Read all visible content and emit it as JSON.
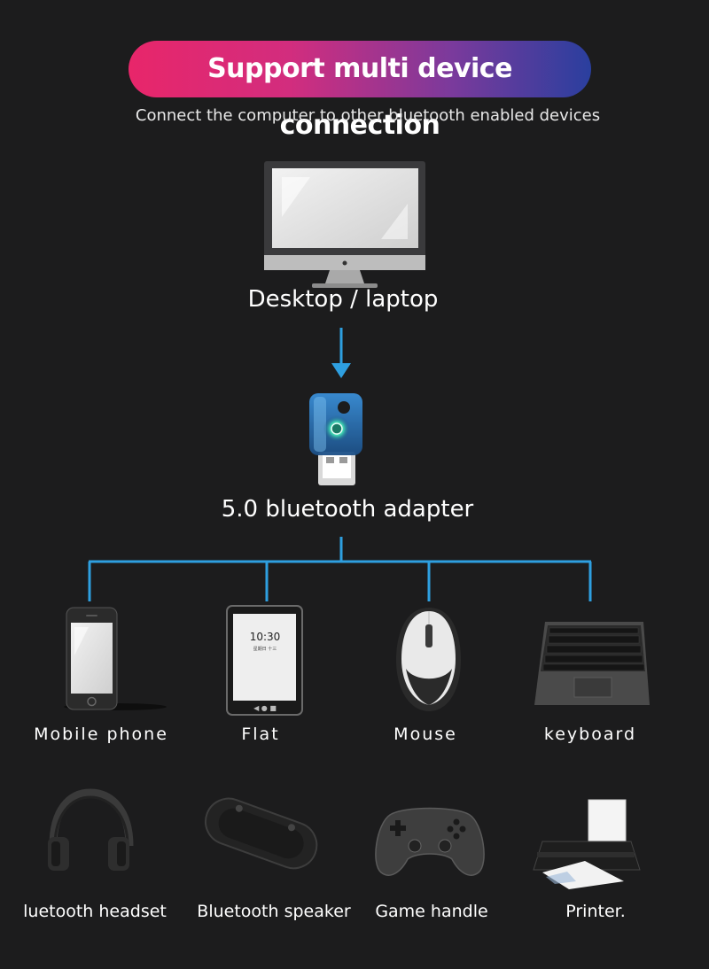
{
  "header": {
    "title": "Support multi device connection",
    "subtitle": "Connect the computer to other bluetooth enabled devices"
  },
  "source": {
    "label": "Desktop / laptop",
    "icon": "monitor-icon"
  },
  "adapter": {
    "label": "5.0 bluetooth adapter",
    "icon": "usb-adapter-icon"
  },
  "devices": [
    {
      "label": "Mobile phone",
      "icon": "smartphone-icon"
    },
    {
      "label": "Flat",
      "icon": "tablet-icon",
      "screen_time": "10:30",
      "screen_date": "星期日 十三"
    },
    {
      "label": "Mouse",
      "icon": "mouse-icon"
    },
    {
      "label": "keyboard",
      "icon": "keyboard-icon"
    }
  ],
  "more_devices": [
    {
      "label": "luetooth headset",
      "icon": "headset-icon"
    },
    {
      "label": "Bluetooth speaker",
      "icon": "speaker-icon"
    },
    {
      "label": "Game handle",
      "icon": "gamepad-icon"
    },
    {
      "label": "Printer.",
      "icon": "printer-icon"
    }
  ],
  "colors": {
    "background": "#1c1c1d",
    "connector": "#2e9fe0",
    "pill_start": "#e8266a",
    "pill_end": "#2a3f9e"
  }
}
